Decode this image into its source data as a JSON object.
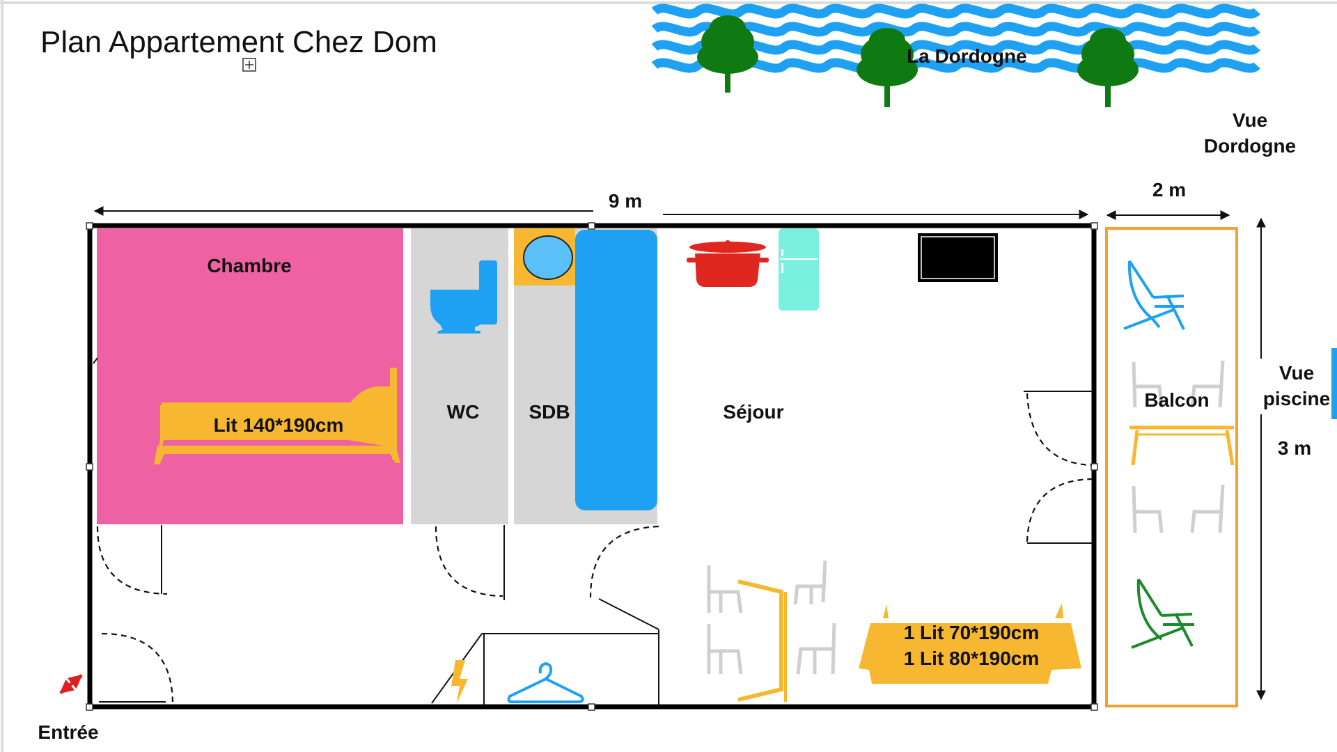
{
  "title": "Plan Appartement Chez Dom",
  "river": {
    "label": "La Dordogne",
    "color": "#1EA1F2"
  },
  "views": {
    "dordogne": [
      "Vue",
      "Dordogne"
    ],
    "piscine": [
      "Vue",
      "piscine"
    ]
  },
  "dimensions": {
    "width_main": "9 m",
    "width_balcony": "2 m",
    "depth": "3 m"
  },
  "rooms": {
    "chambre": "Chambre",
    "bed_double": "Lit 140*190cm",
    "wc": "WC",
    "sdb": "SDB",
    "sejour": "Séjour",
    "sofa_bed_line1": "1 Lit 70*190cm",
    "sofa_bed_line2": "1 Lit 80*190cm",
    "balcon": "Balcon"
  },
  "entrance": "Entrée",
  "colors": {
    "chambre": "#EE62A3",
    "grey_room": "#D6D6D6",
    "furniture_yellow": "#F7B731",
    "blue": "#1EA1F2",
    "balcony_border": "#F5A030",
    "tree": "#107A12",
    "pot": "#E0271F",
    "fridge": "#7CF0DF",
    "entrance_arrow": "#E02020",
    "green_chair": "#1B8A2A",
    "wall": "#000000"
  }
}
